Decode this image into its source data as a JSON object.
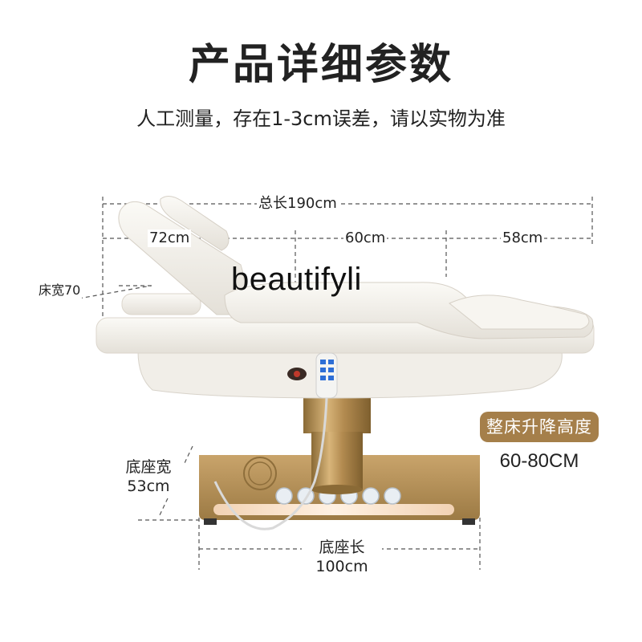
{
  "header": {
    "title": "产品详细参数",
    "subtitle": "人工测量，存在1-3cm误差，请以实物为准"
  },
  "dimensions": {
    "total_length": "总长190cm",
    "head_section": "72cm",
    "middle_section": "60cm",
    "foot_section": "58cm",
    "bed_width": "床宽70",
    "base_width_label": "底座宽",
    "base_width_value": "53cm",
    "base_length_label": "底座长",
    "base_length_value": "100cm"
  },
  "height_adjust": {
    "label": "整床升降高度",
    "value": "60-80CM"
  },
  "watermark": "beautifyli",
  "colors": {
    "upholstery": "#f5f3ee",
    "gold_base": "#b89258",
    "badge": "#a57f4a",
    "dimension_line": "#444444"
  }
}
